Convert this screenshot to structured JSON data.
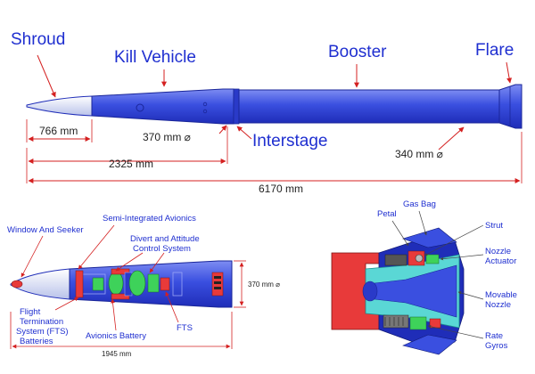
{
  "colors": {
    "body": "#3a4fe0",
    "body_dark": "#1f2db8",
    "shroud": "#dfe4f7",
    "nozzle": "#5ad7d5",
    "red_component": "#e83a3a",
    "green_component": "#3ed25a",
    "dimension_line": "#d42020",
    "label_text": "#1f2fd0"
  },
  "top_view": {
    "callouts": {
      "shroud": "Shroud",
      "kill_vehicle": "Kill Vehicle",
      "booster": "Booster",
      "flare": "Flare",
      "interstage": "Interstage"
    },
    "dimensions": {
      "shroud_length": "766 mm",
      "kv_diameter": "370 mm ⌀",
      "kv_length": "2325 mm",
      "booster_diameter": "340 mm ⌀",
      "total_length": "6170 mm"
    }
  },
  "kill_vehicle_view": {
    "callouts": {
      "window_seeker": "Window And Seeker",
      "semi_avionics": "Semi-Integrated Avionics",
      "divert_control": "Divert and Attitude\nControl System",
      "fts_batteries": "Flight\nTermination\nSystem (FTS)\nBatteries",
      "avionics_battery": "Avionics Battery",
      "fts": "FTS"
    },
    "dimensions": {
      "diameter": "370 mm ⌀",
      "length": "1945 mm"
    }
  },
  "nozzle_view": {
    "callouts": {
      "petal": "Petal",
      "gas_bag": "Gas Bag",
      "strut": "Strut",
      "nozzle_actuator": "Nozzle\nActuator",
      "movable_nozzle": "Movable\nNozzle",
      "rate_gyros": "Rate\nGyros"
    }
  }
}
